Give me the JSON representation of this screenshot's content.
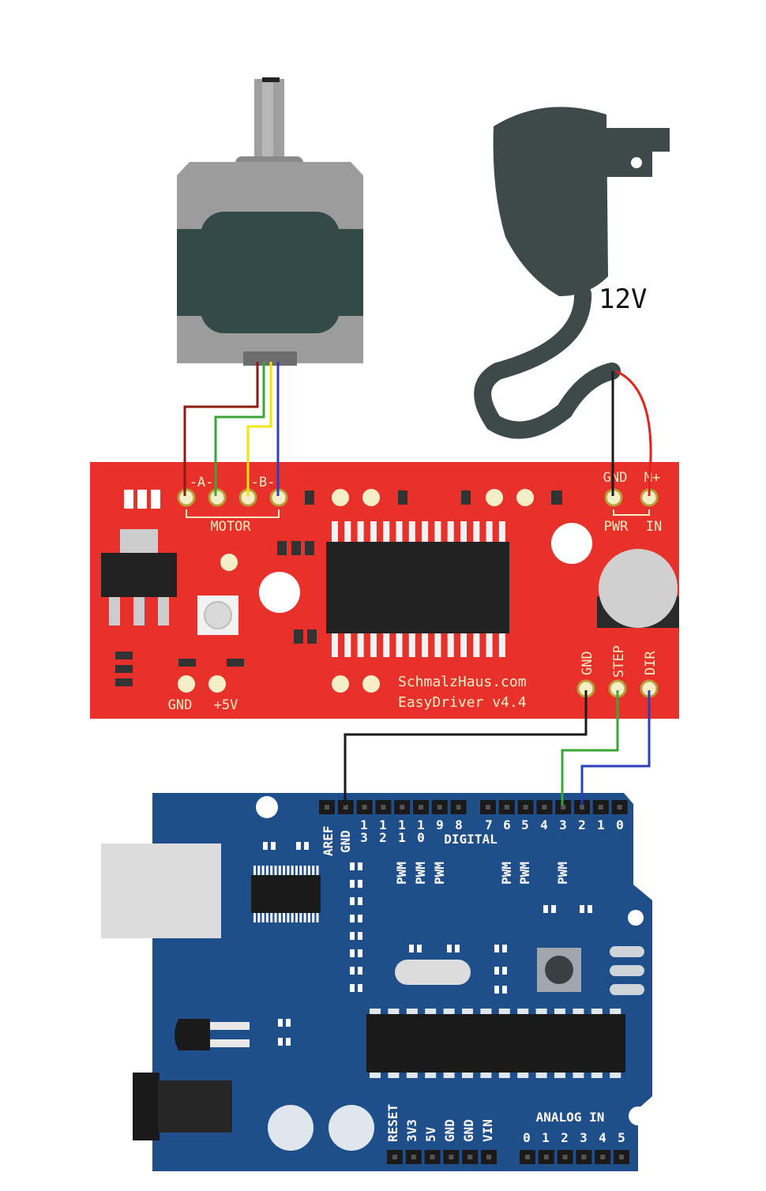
{
  "adapter": {
    "voltage_label": "12V"
  },
  "easydriver": {
    "motor_label": "MOTOR",
    "coil_a_label": "-A-",
    "coil_b_label": "-B-",
    "pwr_gnd_label": "GND",
    "pwr_plus_label": "M+",
    "pwr_label": "PWR",
    "in_label": "IN",
    "gnd_label": "GND",
    "plus5v_label": "+5V",
    "ctrl_gnd_label": "GND",
    "step_label": "STEP",
    "dir_label": "DIR",
    "brand_line1": "SchmalzHaus.com",
    "brand_line2": "EasyDriver v4.4"
  },
  "arduino": {
    "aref_label": "AREF",
    "gnd_label": "GND",
    "digital_label": "DIGITAL",
    "pin13_line1": "1",
    "pin13_line2": "3",
    "pin12_line1": "1",
    "pin12_line2": "2",
    "pin11_line1": "1",
    "pin11_line2": "1",
    "pin10_line1": "1",
    "pin10_line2": "0",
    "pin9": "9",
    "pin8": "8",
    "pin7": "7",
    "pin6": "6",
    "pin5": "5",
    "pin4": "4",
    "pin3": "3",
    "pin2": "2",
    "pin1": "1",
    "pin0": "0",
    "pwm_label": "PWM",
    "power_reset": "RESET",
    "power_3v3": "3V3",
    "power_5v": "5V",
    "power_gnd1": "GND",
    "power_gnd2": "GND",
    "power_vin": "VIN",
    "analog_in_label": "ANALOG IN",
    "a0": "0",
    "a1": "1",
    "a2": "2",
    "a3": "3",
    "a4": "4",
    "a5": "5"
  },
  "colors": {
    "easydriver_red": "#e8312b",
    "arduino_blue": "#1f4f8a",
    "motor_gray": "#9b9b9b",
    "adapter_dark": "#3c4a49",
    "wire_red": "#8b1a10",
    "wire_green": "#3aa635",
    "wire_yellow": "#f2e600",
    "wire_blue": "#2c3fb8"
  }
}
